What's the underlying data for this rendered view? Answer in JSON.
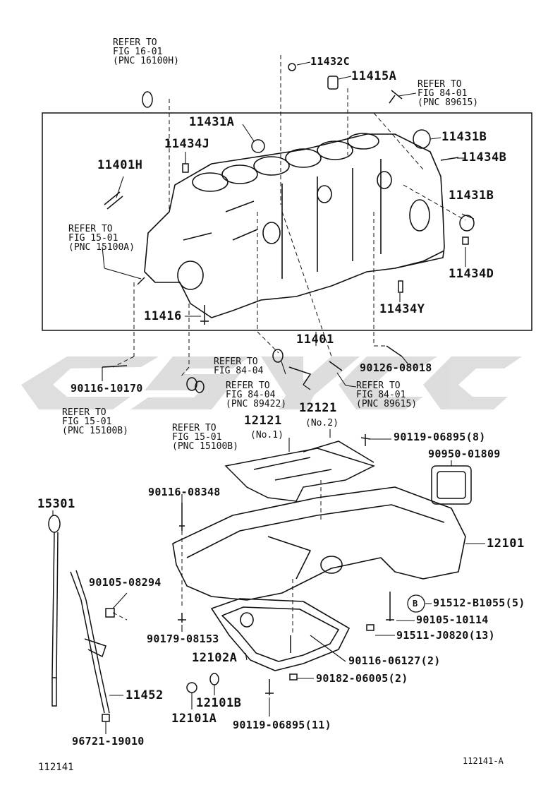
{
  "labels": {
    "p11432C": "11432C",
    "p11415A": "11415A",
    "p11431A": "11431A",
    "p11431B_1": "11431B",
    "p11434J": "11434J",
    "p11434B": "11434B",
    "p11401H": "11401H",
    "p11431B_2": "11431B",
    "p11434D": "11434D",
    "p11416": "11416",
    "p11434Y": "11434Y",
    "p11401": "11401",
    "p90126": "90126-08018",
    "p90116_10170": "90116-10170",
    "p12121_2": "12121",
    "p12121_2_sub": "(No.2)",
    "p12121_1": "12121",
    "p12121_1_sub": "(No.1)",
    "p90119_8": "90119-06895(8)",
    "p90950": "90950-01809",
    "p90116_08348": "90116-08348",
    "p15301": "15301",
    "p12101": "12101",
    "p90105_08294": "90105-08294",
    "p91512_circle": "B",
    "p91512": "91512-B1055(5)",
    "p90105_10114": "90105-10114",
    "p90179": "90179-08153",
    "p91511": "91511-J0820(13)",
    "p12102A": "12102A",
    "p90116_06127": "90116-06127(2)",
    "p90182": "90182-06005(2)",
    "p11452": "11452",
    "p12101B": "12101B",
    "p12101A": "12101A",
    "p90119_11": "90119-06895(11)",
    "p96721": "96721-19010"
  },
  "refs": {
    "r1": "REFER TO\nFIG 16-01\n(PNC 16100H)",
    "r2": "REFER TO\nFIG 84-01\n(PNC 89615)",
    "r3": "REFER TO\nFIG 15-01\n(PNC 15100A)",
    "r4": "REFER TO\nFIG 84-04",
    "r5": "REFER TO\nFIG 84-04\n(PNC 89422)",
    "r6": "REFER TO\nFIG 84-01\n(PNC 89615)",
    "r7": "REFER TO\nFIG 15-01\n(PNC 15100B)",
    "r8": "REFER TO\nFIG 15-01\n(PNC 15100B)"
  },
  "footer": {
    "left": "112141",
    "right": "112141-A"
  }
}
